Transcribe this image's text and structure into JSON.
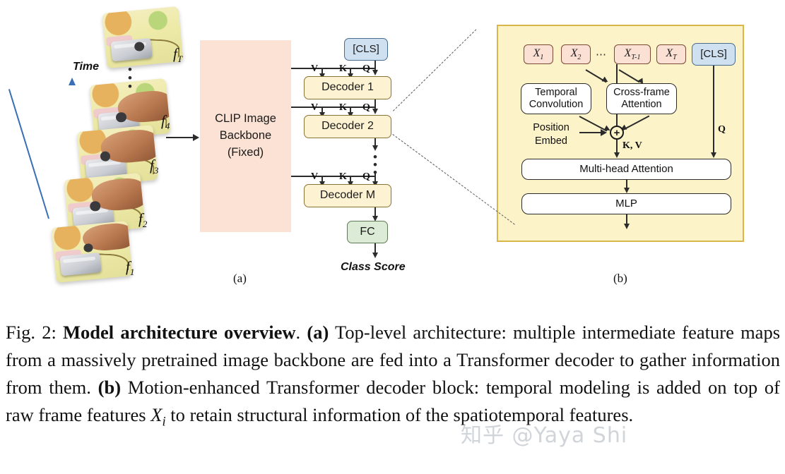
{
  "figure": {
    "panel_a_label": "(a)",
    "panel_b_label": "(b)",
    "time_label": "Time",
    "frames": [
      {
        "label": "f_T",
        "sub": "T"
      },
      {
        "label": "f_4",
        "sub": "4"
      },
      {
        "label": "f_3",
        "sub": "3"
      },
      {
        "label": "f_2",
        "sub": "2"
      },
      {
        "label": "f_1",
        "sub": "1"
      }
    ],
    "backbone": {
      "line1": "CLIP Image",
      "line2": "Backbone",
      "line3": "(Fixed)"
    },
    "cls_token": "[CLS]",
    "decoders": [
      {
        "label": "Decoder 1"
      },
      {
        "label": "Decoder 2"
      },
      {
        "label": "Decoder M"
      }
    ],
    "fc": "FC",
    "class_score": "Class Score",
    "qkv": {
      "v": "V",
      "k": "K",
      "q": "Q"
    },
    "vertical_ellipsis": "⋮",
    "horizontal_ellipsis": "⋯"
  },
  "panel_b": {
    "tokens": [
      {
        "base": "X",
        "sub": "1"
      },
      {
        "base": "X",
        "sub": "2"
      },
      {
        "base": "X",
        "sub": "T-1"
      },
      {
        "base": "X",
        "sub": "T"
      }
    ],
    "token_ellipsis": "⋯",
    "cls_token": "[CLS]",
    "temporal_conv": {
      "line1": "Temporal",
      "line2": "Convolution"
    },
    "cross_frame": {
      "line1": "Cross-frame",
      "line2": "Attention"
    },
    "position_embed": {
      "line1": "Position",
      "line2": "Embed"
    },
    "plus_symbol": "+",
    "kv_label": "K, V",
    "q_label": "Q",
    "mha": "Multi-head Attention",
    "mlp": "MLP"
  },
  "caption": {
    "prefix": "Fig. 2: ",
    "title": "Model architecture overview",
    "a_tag": "(a)",
    "a_text": " Top-level architecture: multiple intermediate feature maps from a massively pretrained image backbone are fed into a Transformer decoder to gather information from them. ",
    "b_tag": "(b)",
    "b_text_1": " Motion-enhanced Transformer decoder block: temporal modeling is added on top of raw frame features ",
    "b_math": "X",
    "b_math_sub": "i",
    "b_text_2": " to retain structural information of the spatiotemporal features."
  },
  "watermark": {
    "text": "知乎 @Yaya Shi"
  },
  "colors": {
    "decoder_fill": "#fdf2d2",
    "decoder_border": "#8a7434",
    "cls_fill": "#cfe0f0",
    "cls_border": "#4a6c8c",
    "fc_fill": "#dcebd5",
    "fc_border": "#5e7a52",
    "backbone_fill": "#fbe2d4",
    "panel_b_fill": "#fdf3c8",
    "panel_b_border": "#d8b64a",
    "token_fill": "#fbe0d4",
    "token_border": "#7a4a32",
    "time_arrow": "#3a6fb5",
    "line": "#2b2b2b"
  }
}
